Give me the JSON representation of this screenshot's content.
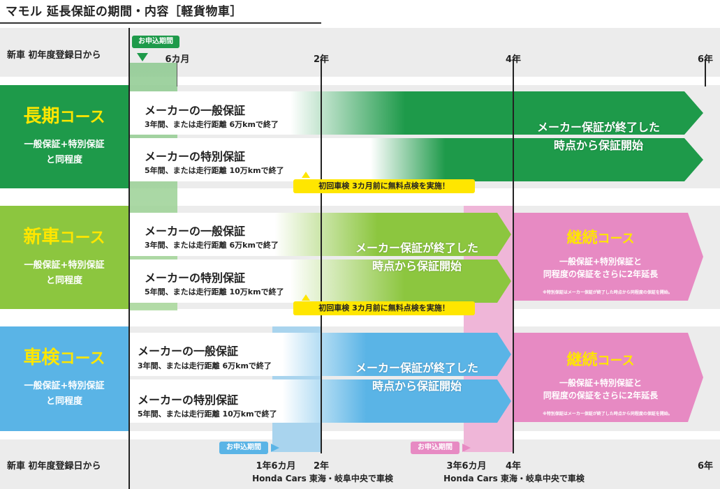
{
  "title": "マモル 延長保証の期間・内容［軽貨物車］",
  "axis": {
    "left_label_top": "新車 初年度登録日から",
    "left_label_bottom": "新車 初年度登録日から",
    "ticks_top": [
      "6カ月",
      "2年",
      "4年",
      "6年"
    ],
    "ticks_bottom": [
      "1年6カ月",
      "2年",
      "3年6カ月",
      "4年",
      "6年"
    ],
    "bottom_notes": [
      "Honda Cars 東海・岐阜中央で車検",
      "Honda Cars 東海・岐阜中央で車検"
    ],
    "application_period": "お申込期間"
  },
  "courses": [
    {
      "name_kanji": "長期",
      "name_kana": "コース",
      "desc_line1": "一般保証+特別保証",
      "desc_line2": "と同程度",
      "color": "#1e9a4a",
      "bar1_title": "メーカーの一般保証",
      "bar1_sub": "3年間、または走行距離 6万kmで終了",
      "bar2_title": "メーカーの特別保証",
      "bar2_sub": "5年間、または走行距離 10万kmで終了",
      "arrow_line1": "メーカー保証が終了した",
      "arrow_line2": "時点から保証開始",
      "callout": "初回車検 3カ月前に無料点検を実施！"
    },
    {
      "name_kanji": "新車",
      "name_kana": "コース",
      "desc_line1": "一般保証+特別保証",
      "desc_line2": "と同程度",
      "color": "#8cc63f",
      "bar1_title": "メーカーの一般保証",
      "bar1_sub": "3年間、または走行距離 6万kmで終了",
      "bar2_title": "メーカーの特別保証",
      "bar2_sub": "5年間、または走行距離 10万kmで終了",
      "arrow_line1": "メーカー保証が終了した",
      "arrow_line2": "時点から保証開始",
      "callout": "初回車検 3カ月前に無料点検を実施！",
      "continue_kanji": "継続",
      "continue_kana": "コース",
      "continue_line1": "一般保証+特別保証と",
      "continue_line2": "同程度の保証をさらに2年延長",
      "continue_note": "※特別保証はメーカー保証が終了した時点から同程度の保証を開始。"
    },
    {
      "name_kanji": "車検",
      "name_kana": "コース",
      "desc_line1": "一般保証+特別保証",
      "desc_line2": "と同程度",
      "color": "#5ab4e6",
      "bar1_title": "メーカーの一般保証",
      "bar1_sub": "3年間、または走行距離 6万kmで終了",
      "bar2_title": "メーカーの特別保証",
      "bar2_sub": "5年間、または走行距離 10万kmで終了",
      "arrow_line1": "メーカー保証が終了した",
      "arrow_line2": "時点から保証開始",
      "continue_kanji": "継続",
      "continue_kana": "コース",
      "continue_line1": "一般保証+特別保証と",
      "continue_line2": "同程度の保証をさらに2年延長",
      "continue_note": "※特別保証はメーカー保証が終了した時点から同程度の保証を開始。"
    }
  ],
  "colors": {
    "green_dark": "#1e9a4a",
    "green_light": "#8cc63f",
    "blue": "#5ab4e6",
    "pink": "#e78ac3",
    "yellow": "#ffe600",
    "band": "#ececec"
  }
}
